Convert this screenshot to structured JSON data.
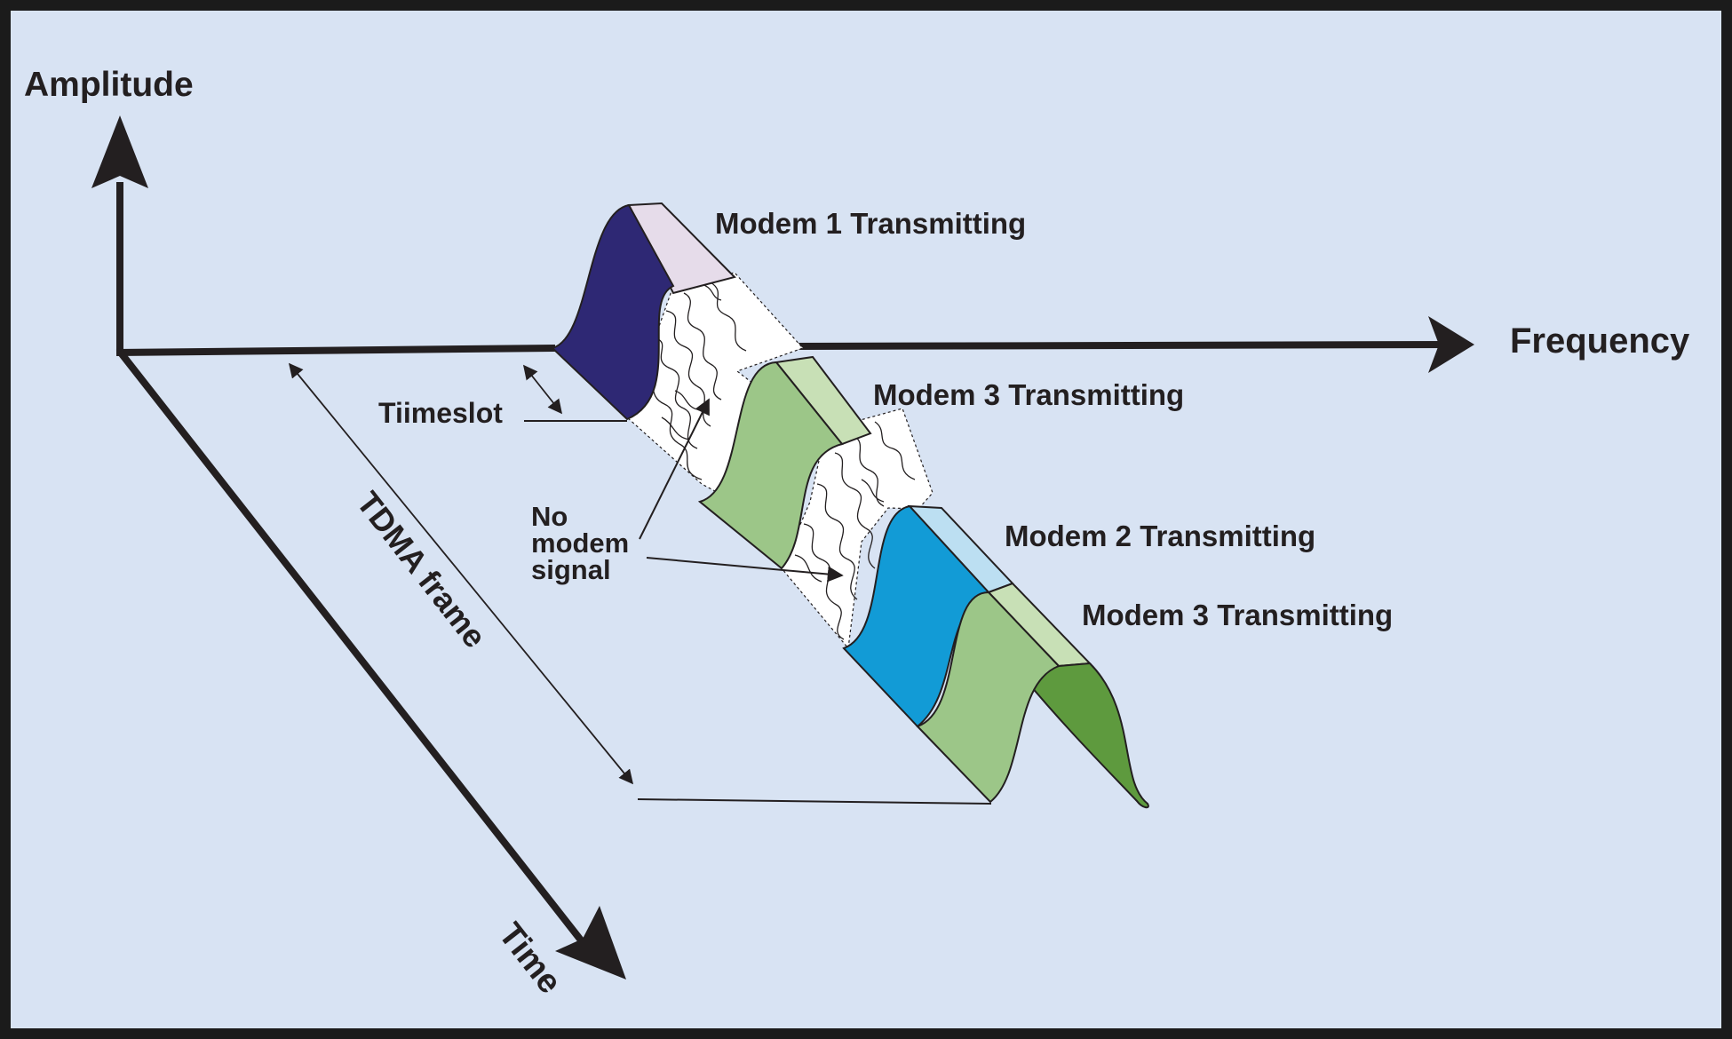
{
  "axes": {
    "amplitude": "Amplitude",
    "frequency": "Frequency",
    "time": "Time"
  },
  "labels": {
    "modem1": "Modem 1 Transmitting",
    "modem3a": "Modem 3 Transmitting",
    "modem2": "Modem 2 Transmitting",
    "modem3b": "Modem 3 Transmitting",
    "timeslot": "Tiimeslot",
    "tdma_frame": "TDMA frame",
    "no_modem_line1": "No",
    "no_modem_line2": "modem",
    "no_modem_line3": "signal"
  },
  "colors": {
    "background": "#d8e3f3",
    "border": "#1b1b1b",
    "modem1_front": "#2e2874",
    "modem1_top": "#e6dcea",
    "modem3_front": "#9cc688",
    "modem3_top": "#c8e0b6",
    "modem2_front": "#129bd6",
    "modem2_top": "#bcdff2",
    "modem3_side": "#5e9a3e",
    "noise_fill": "#ffffff"
  }
}
